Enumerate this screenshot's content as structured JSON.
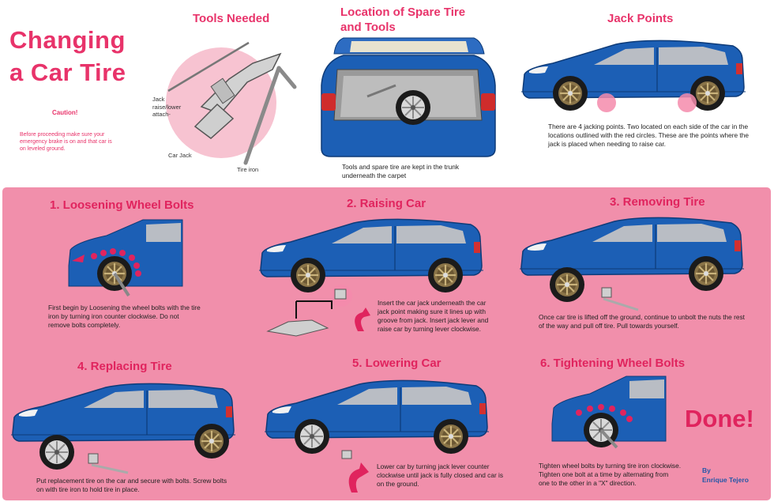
{
  "title": {
    "line1": "Changing",
    "line2": "a Car Tire"
  },
  "caution": {
    "heading": "Caution!",
    "text": "Before proceeding make sure your emergency brake is on and that car is on leveled ground."
  },
  "tools": {
    "heading": "Tools Needed",
    "jack_attach_label": "Jack raise/lower attach-",
    "car_jack_label": "Car Jack",
    "tire_iron_label": "Tire iron"
  },
  "location": {
    "heading": "Location of Spare Tire and Tools",
    "text": "Tools and spare tire are kept in the trunk underneath the carpet"
  },
  "jack_points": {
    "heading": "Jack Points",
    "text": "There are 4 jacking points. Two located on each side of the car in the locations outlined with the red circles. These are the points where the jack is placed when needing to raise car."
  },
  "steps": [
    {
      "title": "1. Loosening Wheel Bolts",
      "text": "First begin by Loosening the wheel bolts with the tire iron by turning iron counter clockwise. Do not remove bolts completely."
    },
    {
      "title": "2. Raising Car",
      "text": "Insert the car jack underneath the car jack point making sure it lines up with groove from jack. Insert jack lever and raise car by turning lever clockwise."
    },
    {
      "title": "3. Removing Tire",
      "text": "Once car tire is lifted off the ground, continue to unbolt the nuts the rest of the way and pull off tire. Pull towards yourself."
    },
    {
      "title": "4. Replacing Tire",
      "text": "Put replacement tire on the car and secure with bolts. Screw bolts on with tire iron to hold tire in place."
    },
    {
      "title": "5. Lowering Car",
      "text": "Lower car by turning jack lever counter clockwise until jack is fully closed and car is on the ground."
    },
    {
      "title": "6. Tightening Wheel Bolts",
      "text": "Tighten wheel bolts by turning tire iron clockwise. Tighten one bolt at a time by alternating from one to the other in a \"X\" direction."
    }
  ],
  "done": "Done!",
  "credit": {
    "by": "By",
    "author": "Enrique Tejero"
  },
  "colors": {
    "accent": "#e8336a",
    "panel": "#f18fab",
    "car_blue": "#1c5fb5"
  }
}
